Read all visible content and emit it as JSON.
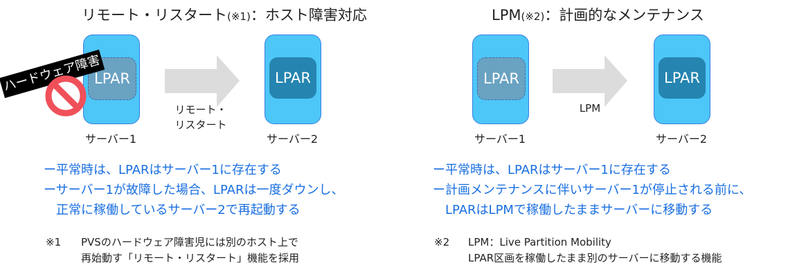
{
  "left": {
    "title": "リモート・リスタート",
    "title_note": "(※1)",
    "title_suffix": "：ホスト障害対応",
    "fault_label": "ハードウェア障害",
    "lpar": "LPAR",
    "server1": "サーバー1",
    "server2": "サーバー2",
    "arrow_label_1": "リモート・",
    "arrow_label_2": "リスタート",
    "bullets": [
      "ー平常時は、LPARはサーバー1に存在する",
      "ーサーバー1が故障した場合、LPARは一度ダウンし、",
      "　正常に稼働しているサーバー2で再起動する"
    ],
    "note_mark": "※1",
    "note_lines": [
      "PVSのハードウェア障害児には別のホスト上で",
      "再始動す「リモート・リスタート」機能を採用"
    ]
  },
  "right": {
    "title": "LPM",
    "title_note": "(※2)",
    "title_suffix": "：計画的なメンテナンス",
    "lpar": "LPAR",
    "server1": "サーバー1",
    "server2": "サーバー2",
    "arrow_label": "LPM",
    "bullets": [
      "ー平常時は、LPARはサーバー1に存在する",
      "ー計画メンテナンスに伴いサーバー1が停止される前に、",
      "　LPARはLPMで稼働したままサーバーに移動する"
    ],
    "note_mark": "※2",
    "note_lines": [
      "LPM：Live Partition Mobility",
      "LPAR区画を稼働したまま別のサーバーに移動する機能"
    ]
  },
  "colors": {
    "server": "#4dc6f8",
    "lpar": "#2585b0",
    "text_blue": "#1a6fe0",
    "arrow": "#dcdcdc",
    "prohibit": "#f0505a"
  }
}
